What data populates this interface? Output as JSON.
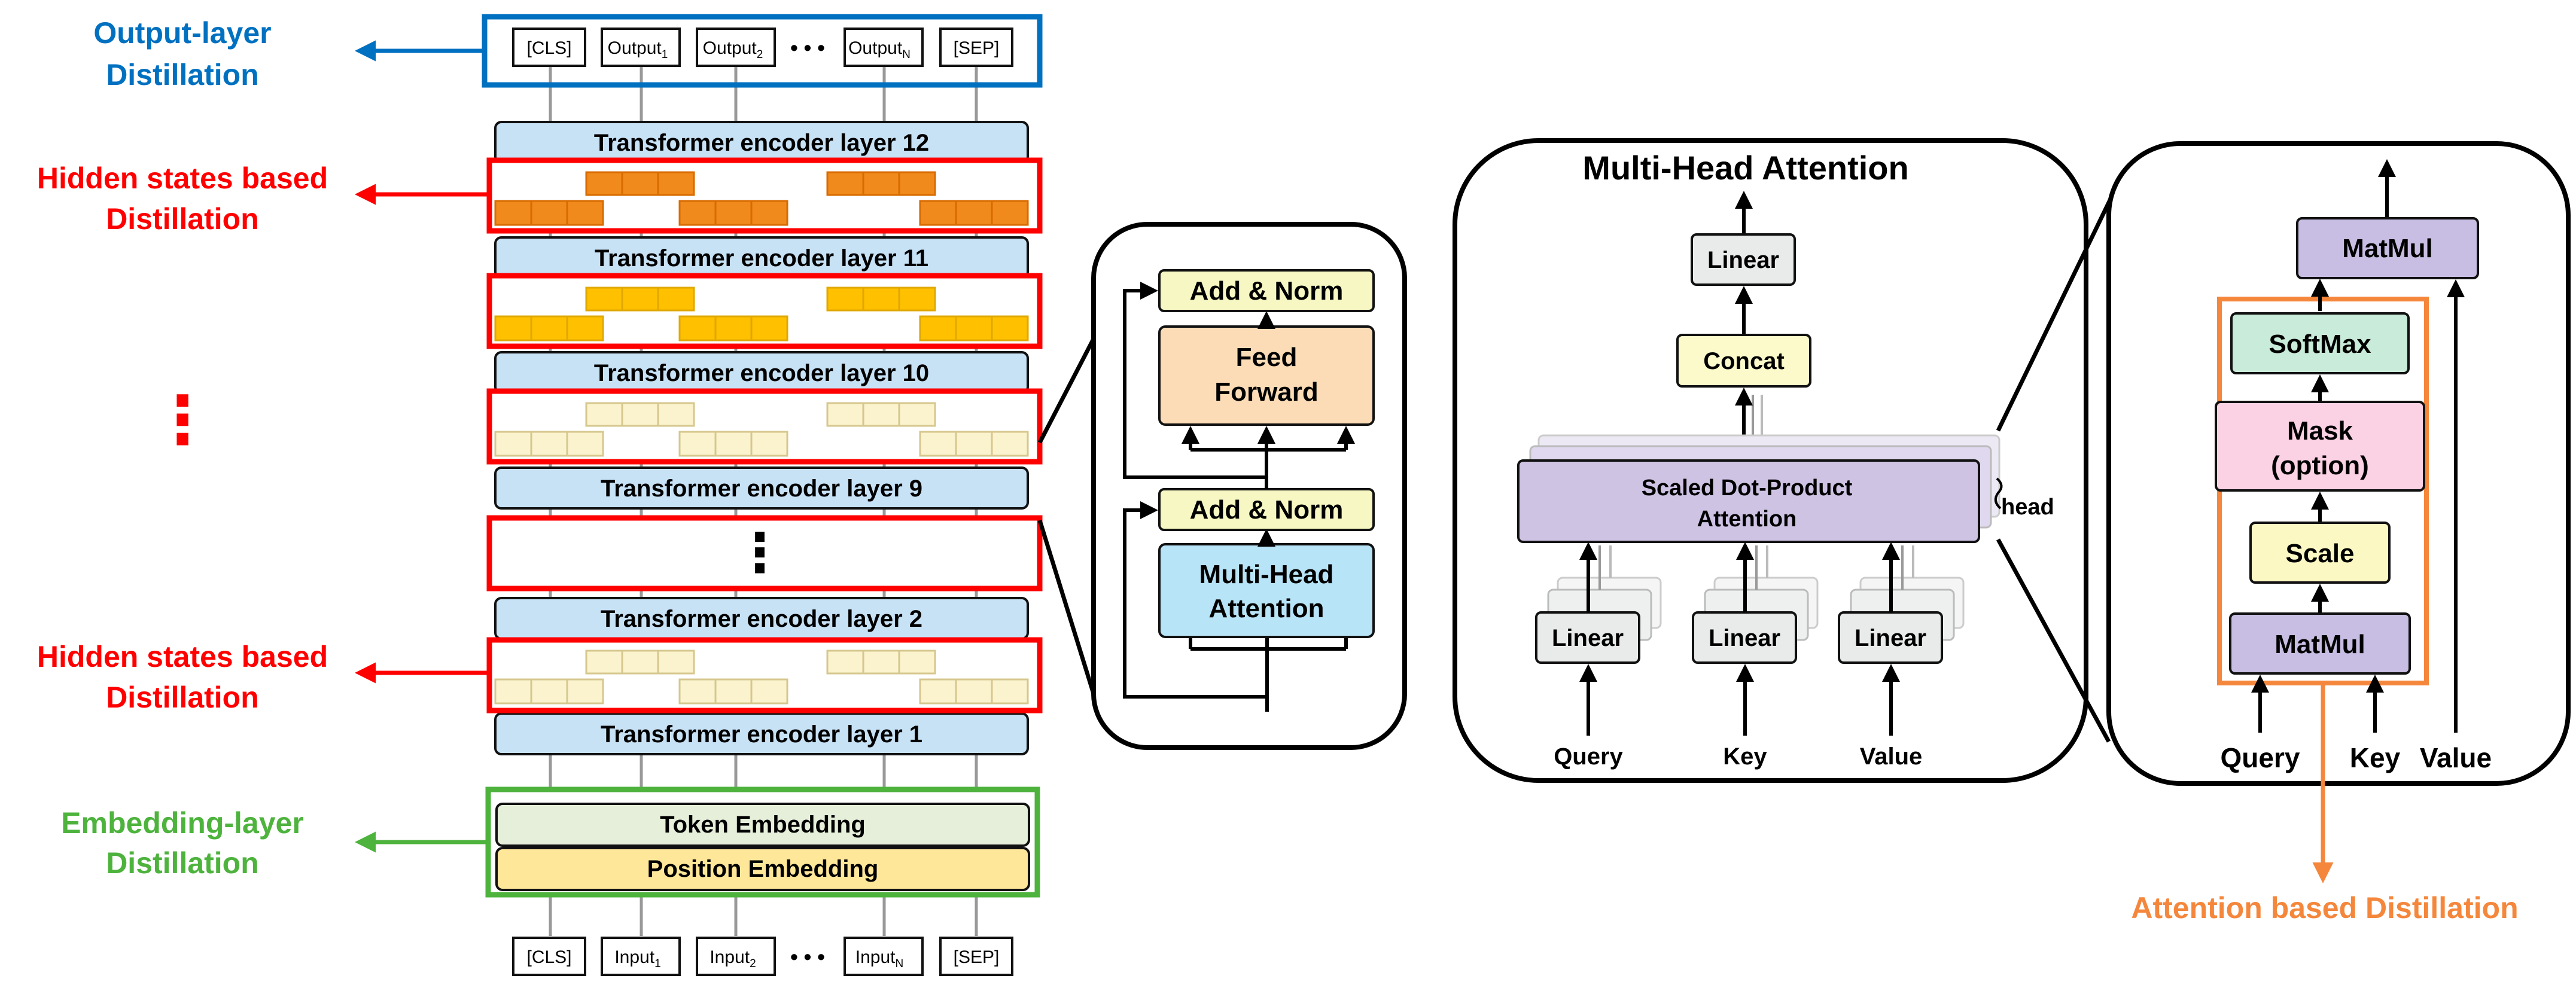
{
  "distill_labels": {
    "output": [
      "Output-layer",
      "Distillation"
    ],
    "hidden_top": [
      "Hidden states based",
      "Distillation"
    ],
    "hidden_bottom": [
      "Hidden states based",
      "Distillation"
    ],
    "embedding": [
      "Embedding-layer",
      "Distillation"
    ],
    "attention": "Attention  based Distillation"
  },
  "vertical_ellipsis": "⋮",
  "tokens": {
    "cls": "[CLS]",
    "sep": "[SEP]",
    "dots": "• • •",
    "output_base": "Output",
    "input_base": "Input",
    "sub1": "1",
    "sub2": "2",
    "subN": "N"
  },
  "encoder_layers": {
    "l12": "Transformer encoder layer 12",
    "l11": "Transformer encoder layer 11",
    "l10": "Transformer encoder layer 10",
    "l9": "Transformer encoder layer 9",
    "l2": "Transformer encoder layer 2",
    "l1": "Transformer encoder layer 1"
  },
  "embeddings": {
    "token": "Token Embedding",
    "position": "Position Embedding"
  },
  "encoder_block": {
    "add_norm": "Add & Norm",
    "feed_forward": [
      "Feed",
      "Forward"
    ],
    "mha": [
      "Multi-Head",
      "Attention"
    ]
  },
  "mha_panel": {
    "title": "Multi-Head Attention",
    "linear": "Linear",
    "concat": "Concat",
    "sdpa": [
      "Scaled Dot-Product",
      "Attention"
    ],
    "head": "head",
    "inputs": [
      "Query",
      "Key",
      "Value"
    ]
  },
  "sdpa_panel": {
    "matmul": "MatMul",
    "softmax": "SoftMax",
    "mask": [
      "Mask",
      "(option)"
    ],
    "scale": "Scale",
    "inputs": [
      "Query",
      "Key",
      "Value"
    ]
  },
  "colors": {
    "output_blue": "#0070C0",
    "hidden_red": "#FF0000",
    "embed_green": "#4DB33D",
    "attention_orange": "#F4873C",
    "encoder_fill": "#C7E1F5",
    "hidden_orange": "#F08A1C",
    "hidden_yellow": "#FFC000",
    "hidden_pale": "#FBF3CD",
    "token_embed": "#E6EFDA",
    "position_embed": "#FFE799",
    "add_norm": "#F6F7C2",
    "feed_forward": "#FCDCB6",
    "mha_blue": "#B8E4F7",
    "linear": "#E8EBE9",
    "concat": "#FCFACB",
    "sdpa": "#CFC3E4",
    "softmax": "#C9EBD9",
    "mask": "#FBD1E4",
    "scale": "#FCF8C4",
    "matmul": "#C8BDE2"
  }
}
